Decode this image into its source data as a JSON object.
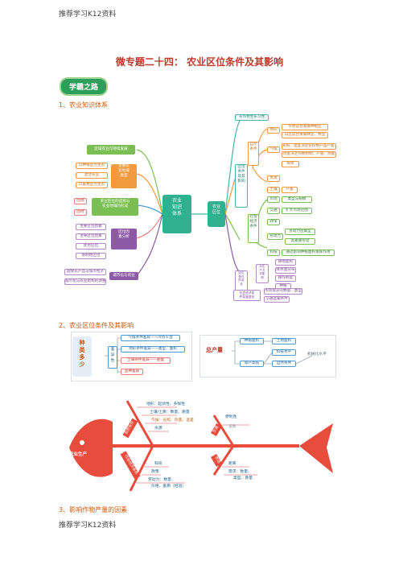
{
  "header": "推荐学习K12资料",
  "footer": "推荐学习K12资料",
  "title": "微专题二十四： 农业区位条件及其影响",
  "badge": "学霸之路",
  "sections": {
    "s1": "1、农业知识体系",
    "s2": "2、农业区位条件及其影响",
    "s3": "3、影响作物产量的因素"
  },
  "mindmap": {
    "center": "农业\n知识\n体系",
    "hub": "农业\n区位",
    "left": {
      "top": "区域农业可持续发展",
      "types_title": "主要农\n业地域\n类型",
      "types": [
        "以种植业为主的",
        "混合农业",
        "以畜牧业为主的"
      ],
      "choice_title": "农业区位的选择与\n农业地域的形成",
      "choice_left": [
        "因地",
        "因时"
      ],
      "factors_title": "区位因\n素分析",
      "factors": [
        "主要区位因素",
        "主导区位因素",
        "优势区位",
        "限制性区位"
      ],
      "urban": "城市化与农业",
      "urban_items": [
        "副食农产品与城市经济",
        "城市化与农业结构的调整"
      ]
    },
    "right": {
      "top": "农作物生长习性",
      "cond_title": "区位\n条件\n及其\n影响",
      "natural": "自然\n条件",
      "nat_items": [
        {
          "k": "地形",
          "v": [
            "平原适合发展种植业",
            "山区适合发展林业、牧业"
          ]
        },
        {
          "k": "气候",
          "v": [
            "光照、温度决定农作物产品产量、品质",
            "热量决定作物熟制、产量、热能"
          ]
        },
        {
          "k": "土壤",
          "v": [
            "限水"
          ]
        },
        {
          "k": "水源",
          "v": []
        },
        {
          "k": "土壤",
          "v": [
            "产量"
          ]
        }
      ],
      "social": "社会\n经济\n条件",
      "soc_items": [
        {
          "k": "市场",
          "v": [
            "类型与规模"
          ]
        },
        {
          "k": "交通",
          "v": [
            "扩大市场范围"
          ]
        },
        {
          "k": "政策",
          "v": []
        },
        {
          "k": "劳动力",
          "v": [
            "劳动力密集型",
            "高素质劳动"
          ]
        },
        {
          "k": "科技",
          "v": [
            "通过影响种植面积发挥作用"
          ]
        }
      ],
      "change_title": "区位\n条件\n的变\n化",
      "change_items": [
        "对生\n产方\n式影\n响",
        "社会经济条\n件发展变化"
      ],
      "change_leaf": [
        "耕地面积",
        "降水量分布",
        "耕作制度",
        "种植",
        "市场需求的数量、类型",
        "交通运输条件"
      ]
    }
  },
  "diagram2": {
    "species": "种\n类\n多\n少",
    "diff": "差\n异\n性",
    "rows": [
      "气候条件差异——冷热干湿",
      "地形条件差异——类型、面积",
      "土壤条件差异——肥瘦",
      "品种差异"
    ],
    "total": "总产量",
    "mid": [
      "种植面积",
      "单产高低"
    ],
    "right": [
      "土地面积",
      "科技水平",
      "自然条件"
    ],
    "machine": "机械化水平"
  },
  "fishbone": {
    "head": "农业生产",
    "nat": "自然条件",
    "traffic": "交通",
    "market": "市场",
    "socio": "社会经济条件",
    "nat_items": [
      "地形：起伏性、多样性",
      "土壤/土质：数量、质量",
      "气候：光照、热量、温差",
      "水源"
    ],
    "traffic_items": [
      "便利性",
      "道路"
    ],
    "market_items": [
      "距离",
      "需求：数量、",
      "类型、质量"
    ],
    "socio_items": [
      "科技",
      "政策",
      "劳动力：数量、",
      "价格、素质（经验）"
    ]
  }
}
